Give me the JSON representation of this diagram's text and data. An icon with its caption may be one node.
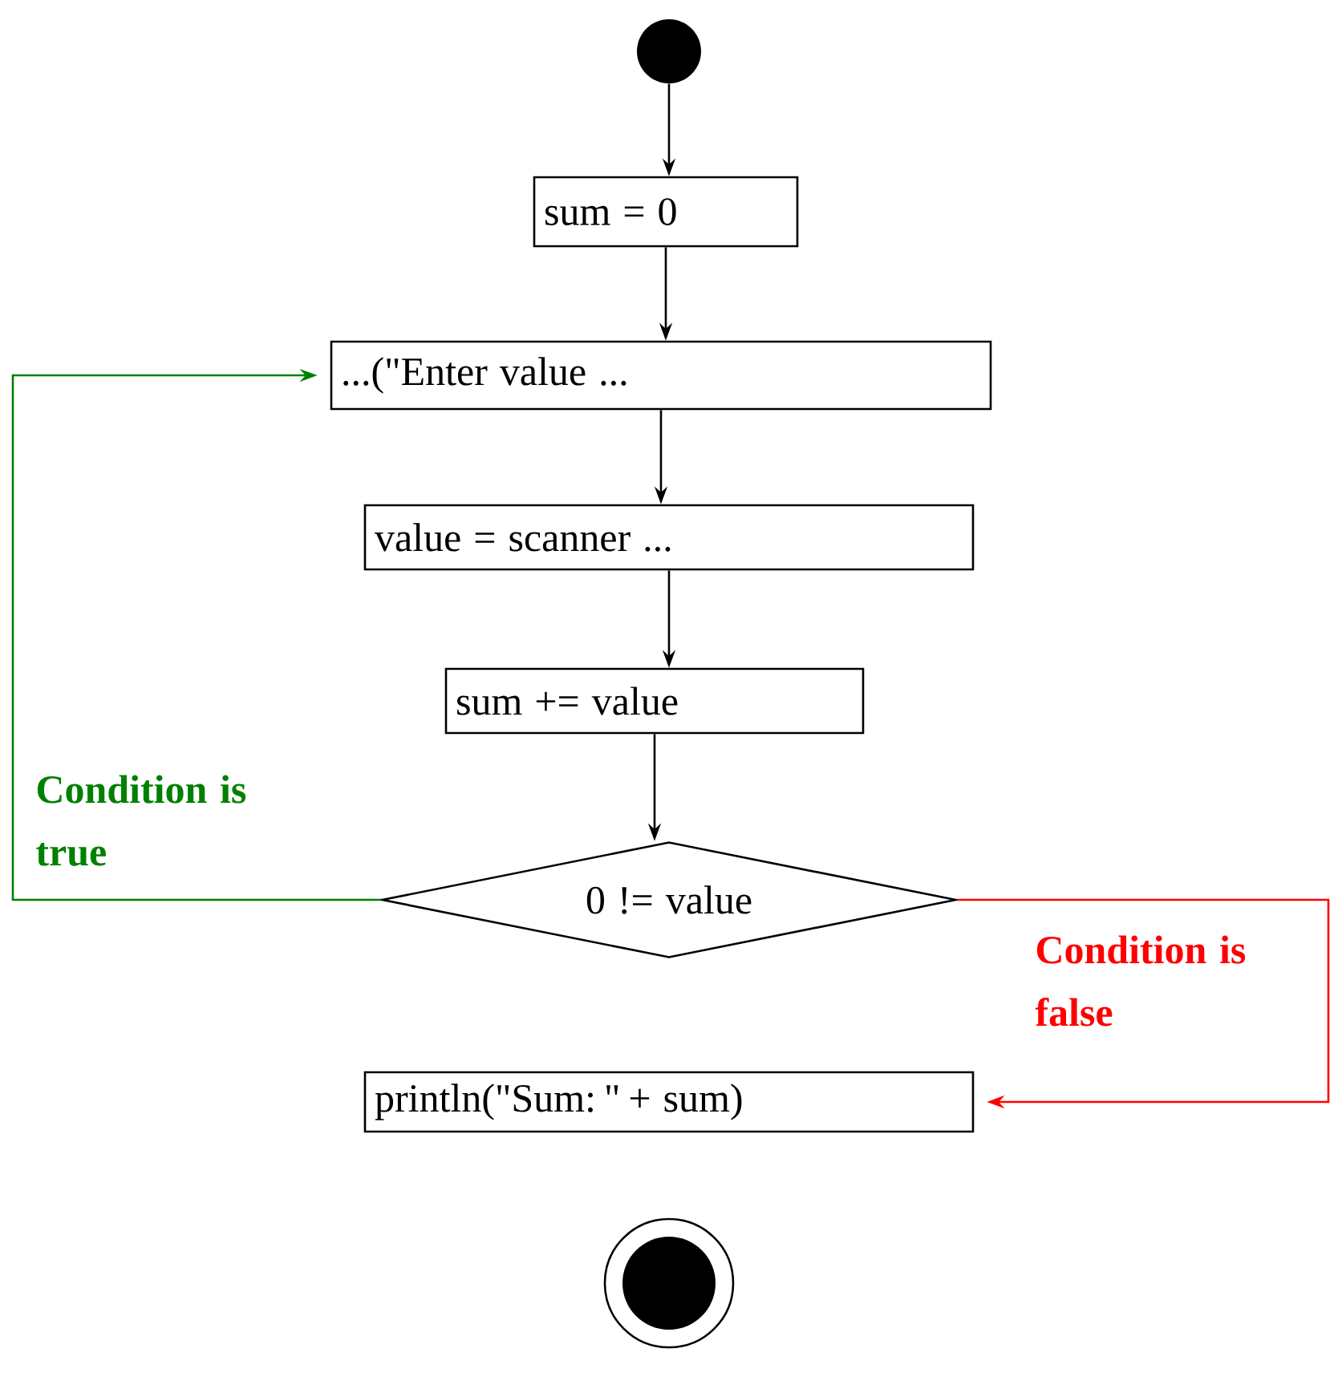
{
  "diagram": {
    "nodes": [
      {
        "text": [],
        "shape": "circle"
      },
      {
        "text": [
          "sum = 0"
        ]
      },
      {
        "text": [
          "...(\"Enter value ..."
        ]
      },
      {
        "text": [
          "value = scanner ..."
        ]
      },
      {
        "text": [
          "sum += value"
        ]
      },
      {
        "text": [
          "0 != value"
        ]
      },
      {
        "text": [
          "println(\"Sum: \" + sum)"
        ]
      },
      {
        "text": [],
        "shape": "circle"
      }
    ],
    "edges": [
      {
        "from": 0,
        "to": 1,
        "arrow": "to"
      },
      {
        "from": 1,
        "to": 2,
        "arrow": "to"
      },
      {
        "from": 2,
        "to": 3,
        "arrow": "to"
      },
      {
        "from": 3,
        "to": 4,
        "arrow": "to"
      },
      {
        "from": 4,
        "to": 5,
        "arrow": "to"
      },
      {
        "from": 5,
        "to": 2,
        "arrow": "to",
        "label": "Condition is true",
        "color": "#008000"
      },
      {
        "from": 5,
        "to": 6,
        "arrow": "to",
        "label": "Condition is false",
        "color": "#ff0000"
      }
    ]
  }
}
